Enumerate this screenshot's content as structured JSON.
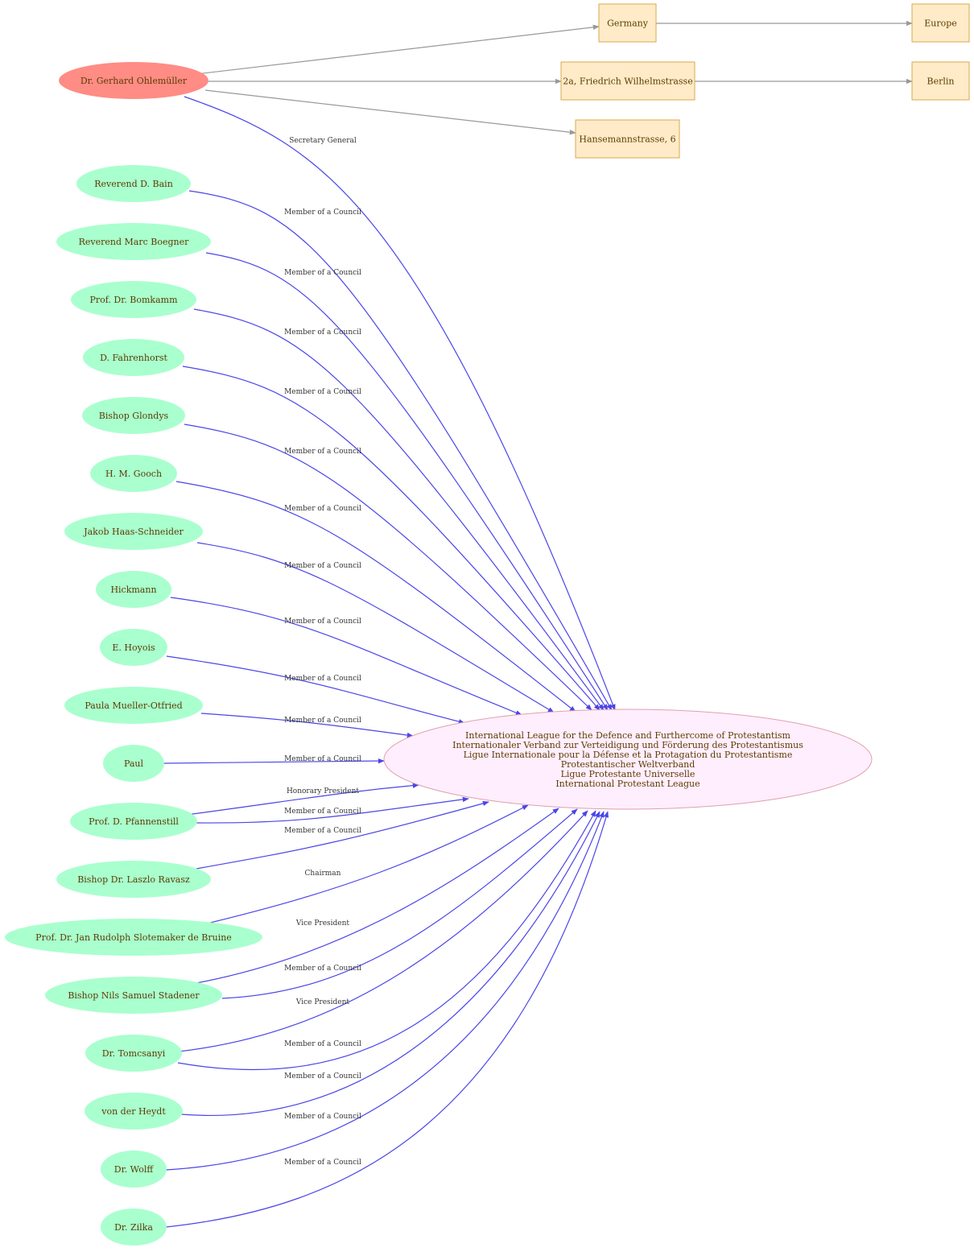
{
  "colors": {
    "person_primary_fill": "#ff8c85",
    "person_fill": "#a9ffce",
    "org_fill": "#ffeefe",
    "org_stroke": "#e0a0a8",
    "place_fill": "#ffebc8",
    "place_stroke": "#d9a84e",
    "relation_edge": "#4a45e8",
    "location_edge": "#999999",
    "text": "#5c3d00",
    "edge_text": "#333333"
  },
  "nodes": {
    "ohlemuller": {
      "label": "Dr. Gerhard Ohlemüller",
      "kind": "person-primary"
    },
    "germany": {
      "label": "Germany",
      "kind": "place"
    },
    "europe": {
      "label": "Europe",
      "kind": "place"
    },
    "address1": {
      "label": "2a, Friedrich Wilhelmstrasse",
      "kind": "place"
    },
    "berlin": {
      "label": "Berlin",
      "kind": "place"
    },
    "address2": {
      "label": "Hansemannstrasse, 6",
      "kind": "place"
    },
    "league": {
      "kind": "organization",
      "lines": [
        "International League for the Defence and Furthercome of Protestantism",
        "Internationaler Verband zur Verteidigung und Förderung des Protestantismus",
        "Ligue Internationale pour la Défense et la Protagation du Protestantisme",
        "Protestantischer Weltverband",
        "Ligue Protestante Universelle",
        "International Protestant League"
      ]
    },
    "bain": {
      "label": "Reverend D. Bain",
      "kind": "person"
    },
    "boegner": {
      "label": "Reverend Marc Boegner",
      "kind": "person"
    },
    "bomkamm": {
      "label": "Prof. Dr. Bomkamm",
      "kind": "person"
    },
    "fahrenhorst": {
      "label": "D. Fahrenhorst",
      "kind": "person"
    },
    "glondys": {
      "label": "Bishop Glondys",
      "kind": "person"
    },
    "gooch": {
      "label": "H. M. Gooch",
      "kind": "person"
    },
    "haas": {
      "label": "Jakob Haas-Schneider",
      "kind": "person"
    },
    "hickmann": {
      "label": "Hickmann",
      "kind": "person"
    },
    "hoyois": {
      "label": "E. Hoyois",
      "kind": "person"
    },
    "mueller": {
      "label": "Paula Mueller-Otfried",
      "kind": "person"
    },
    "paul": {
      "label": "Paul",
      "kind": "person"
    },
    "pfannenstill": {
      "label": "Prof. D. Pfannenstill",
      "kind": "person"
    },
    "ravasz": {
      "label": "Bishop Dr. Laszlo Ravasz",
      "kind": "person"
    },
    "slotemaker": {
      "label": "Prof. Dr. Jan Rudolph Slotemaker de Bruine",
      "kind": "person"
    },
    "stadener": {
      "label": "Bishop Nils Samuel Stadener",
      "kind": "person"
    },
    "tomcsanyi": {
      "label": "Dr. Tomcsanyi",
      "kind": "person"
    },
    "heydt": {
      "label": "von der Heydt",
      "kind": "person"
    },
    "wolff": {
      "label": "Dr. Wolff",
      "kind": "person"
    },
    "zilka": {
      "label": "Dr. Zilka",
      "kind": "person"
    }
  },
  "edges": [
    {
      "id": "e-ohl-germany",
      "from": "ohlemuller",
      "to": "germany",
      "type": "location"
    },
    {
      "id": "e-germany-europe",
      "from": "germany",
      "to": "europe",
      "type": "location"
    },
    {
      "id": "e-ohl-address1",
      "from": "ohlemuller",
      "to": "address1",
      "type": "location"
    },
    {
      "id": "e-address1-berlin",
      "from": "address1",
      "to": "berlin",
      "type": "location"
    },
    {
      "id": "e-ohl-address2",
      "from": "ohlemuller",
      "to": "address2",
      "type": "location"
    },
    {
      "id": "e-ohl-league",
      "from": "ohlemuller",
      "to": "league",
      "type": "relation",
      "label": "Secretary General"
    },
    {
      "id": "e-bain",
      "from": "bain",
      "to": "league",
      "type": "relation",
      "label": "Member of a Council"
    },
    {
      "id": "e-boegner",
      "from": "boegner",
      "to": "league",
      "type": "relation",
      "label": "Member of a Council"
    },
    {
      "id": "e-bomkamm",
      "from": "bomkamm",
      "to": "league",
      "type": "relation",
      "label": "Member of a Council"
    },
    {
      "id": "e-fahrenhorst",
      "from": "fahrenhorst",
      "to": "league",
      "type": "relation",
      "label": "Member of a Council"
    },
    {
      "id": "e-glondys",
      "from": "glondys",
      "to": "league",
      "type": "relation",
      "label": "Member of a Council"
    },
    {
      "id": "e-gooch",
      "from": "gooch",
      "to": "league",
      "type": "relation",
      "label": "Member of a Council"
    },
    {
      "id": "e-haas",
      "from": "haas",
      "to": "league",
      "type": "relation",
      "label": "Member of a Council"
    },
    {
      "id": "e-hickmann",
      "from": "hickmann",
      "to": "league",
      "type": "relation",
      "label": "Member of a Council"
    },
    {
      "id": "e-hoyois",
      "from": "hoyois",
      "to": "league",
      "type": "relation",
      "label": "Member of a Council"
    },
    {
      "id": "e-mueller",
      "from": "mueller",
      "to": "league",
      "type": "relation",
      "label": "Member of a Council"
    },
    {
      "id": "e-paul",
      "from": "paul",
      "to": "league",
      "type": "relation",
      "label": "Member of a Council"
    },
    {
      "id": "e-pfann-hon",
      "from": "pfannenstill",
      "to": "league",
      "type": "relation",
      "label": "Honorary President"
    },
    {
      "id": "e-pfann-mem",
      "from": "pfannenstill",
      "to": "league",
      "type": "relation",
      "label": "Member of a Council"
    },
    {
      "id": "e-ravasz",
      "from": "ravasz",
      "to": "league",
      "type": "relation",
      "label": "Member of a Council"
    },
    {
      "id": "e-slotemaker",
      "from": "slotemaker",
      "to": "league",
      "type": "relation",
      "label": "Chairman"
    },
    {
      "id": "e-stad-vp",
      "from": "stadener",
      "to": "league",
      "type": "relation",
      "label": "Vice President"
    },
    {
      "id": "e-stad-mem",
      "from": "stadener",
      "to": "league",
      "type": "relation",
      "label": "Member of a Council"
    },
    {
      "id": "e-tom-vp",
      "from": "tomcsanyi",
      "to": "league",
      "type": "relation",
      "label": "Vice President"
    },
    {
      "id": "e-tom-mem",
      "from": "tomcsanyi",
      "to": "league",
      "type": "relation",
      "label": "Member of a Council"
    },
    {
      "id": "e-heydt",
      "from": "heydt",
      "to": "league",
      "type": "relation",
      "label": "Member of a Council"
    },
    {
      "id": "e-wolff",
      "from": "wolff",
      "to": "league",
      "type": "relation",
      "label": "Member of a Council"
    },
    {
      "id": "e-zilka",
      "from": "zilka",
      "to": "league",
      "type": "relation",
      "label": "Member of a Council"
    }
  ]
}
